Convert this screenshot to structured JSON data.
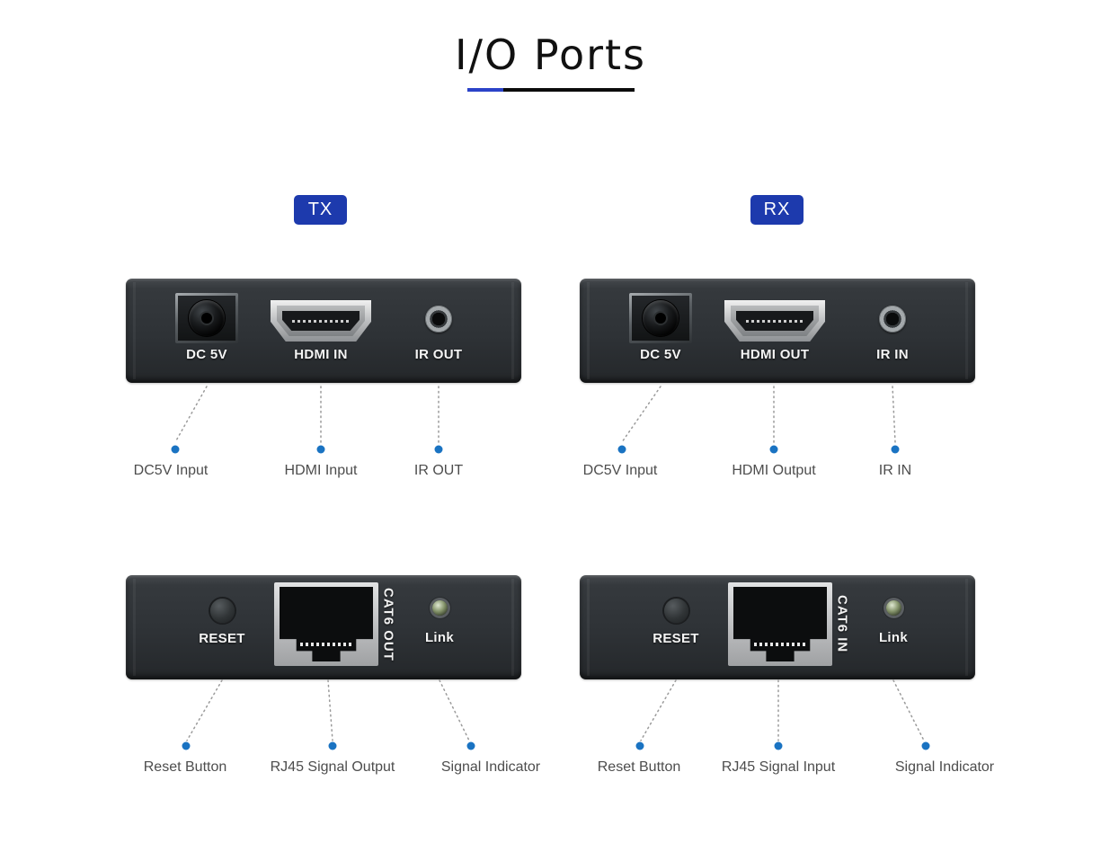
{
  "title": "I/O Ports",
  "colors": {
    "badge_blue": "#1d3aad",
    "underline_blue": "#2b43c8",
    "dot_blue": "#1a73c2"
  },
  "badges": {
    "tx": "TX",
    "rx": "RX"
  },
  "tx_top": {
    "dc": "DC 5V",
    "hdmi": "HDMI IN",
    "ir": "IR OUT",
    "callouts": {
      "dc": "DC5V Input",
      "hdmi": "HDMI Input",
      "ir": "IR OUT"
    }
  },
  "rx_top": {
    "dc": "DC 5V",
    "hdmi": "HDMI OUT",
    "ir": "IR IN",
    "callouts": {
      "dc": "DC5V Input",
      "hdmi": "HDMI Output",
      "ir": "IR IN"
    }
  },
  "tx_bottom": {
    "reset": "RESET",
    "cat6": "CAT6 OUT",
    "led": "Link",
    "callouts": {
      "reset": "Reset Button",
      "rj45": "RJ45 Signal Output",
      "led": "Signal Indicator"
    }
  },
  "rx_bottom": {
    "reset": "RESET",
    "cat6": "CAT6 IN",
    "led": "Link",
    "callouts": {
      "reset": "Reset Button",
      "rj45": "RJ45 Signal Input",
      "led": "Signal Indicator"
    }
  }
}
